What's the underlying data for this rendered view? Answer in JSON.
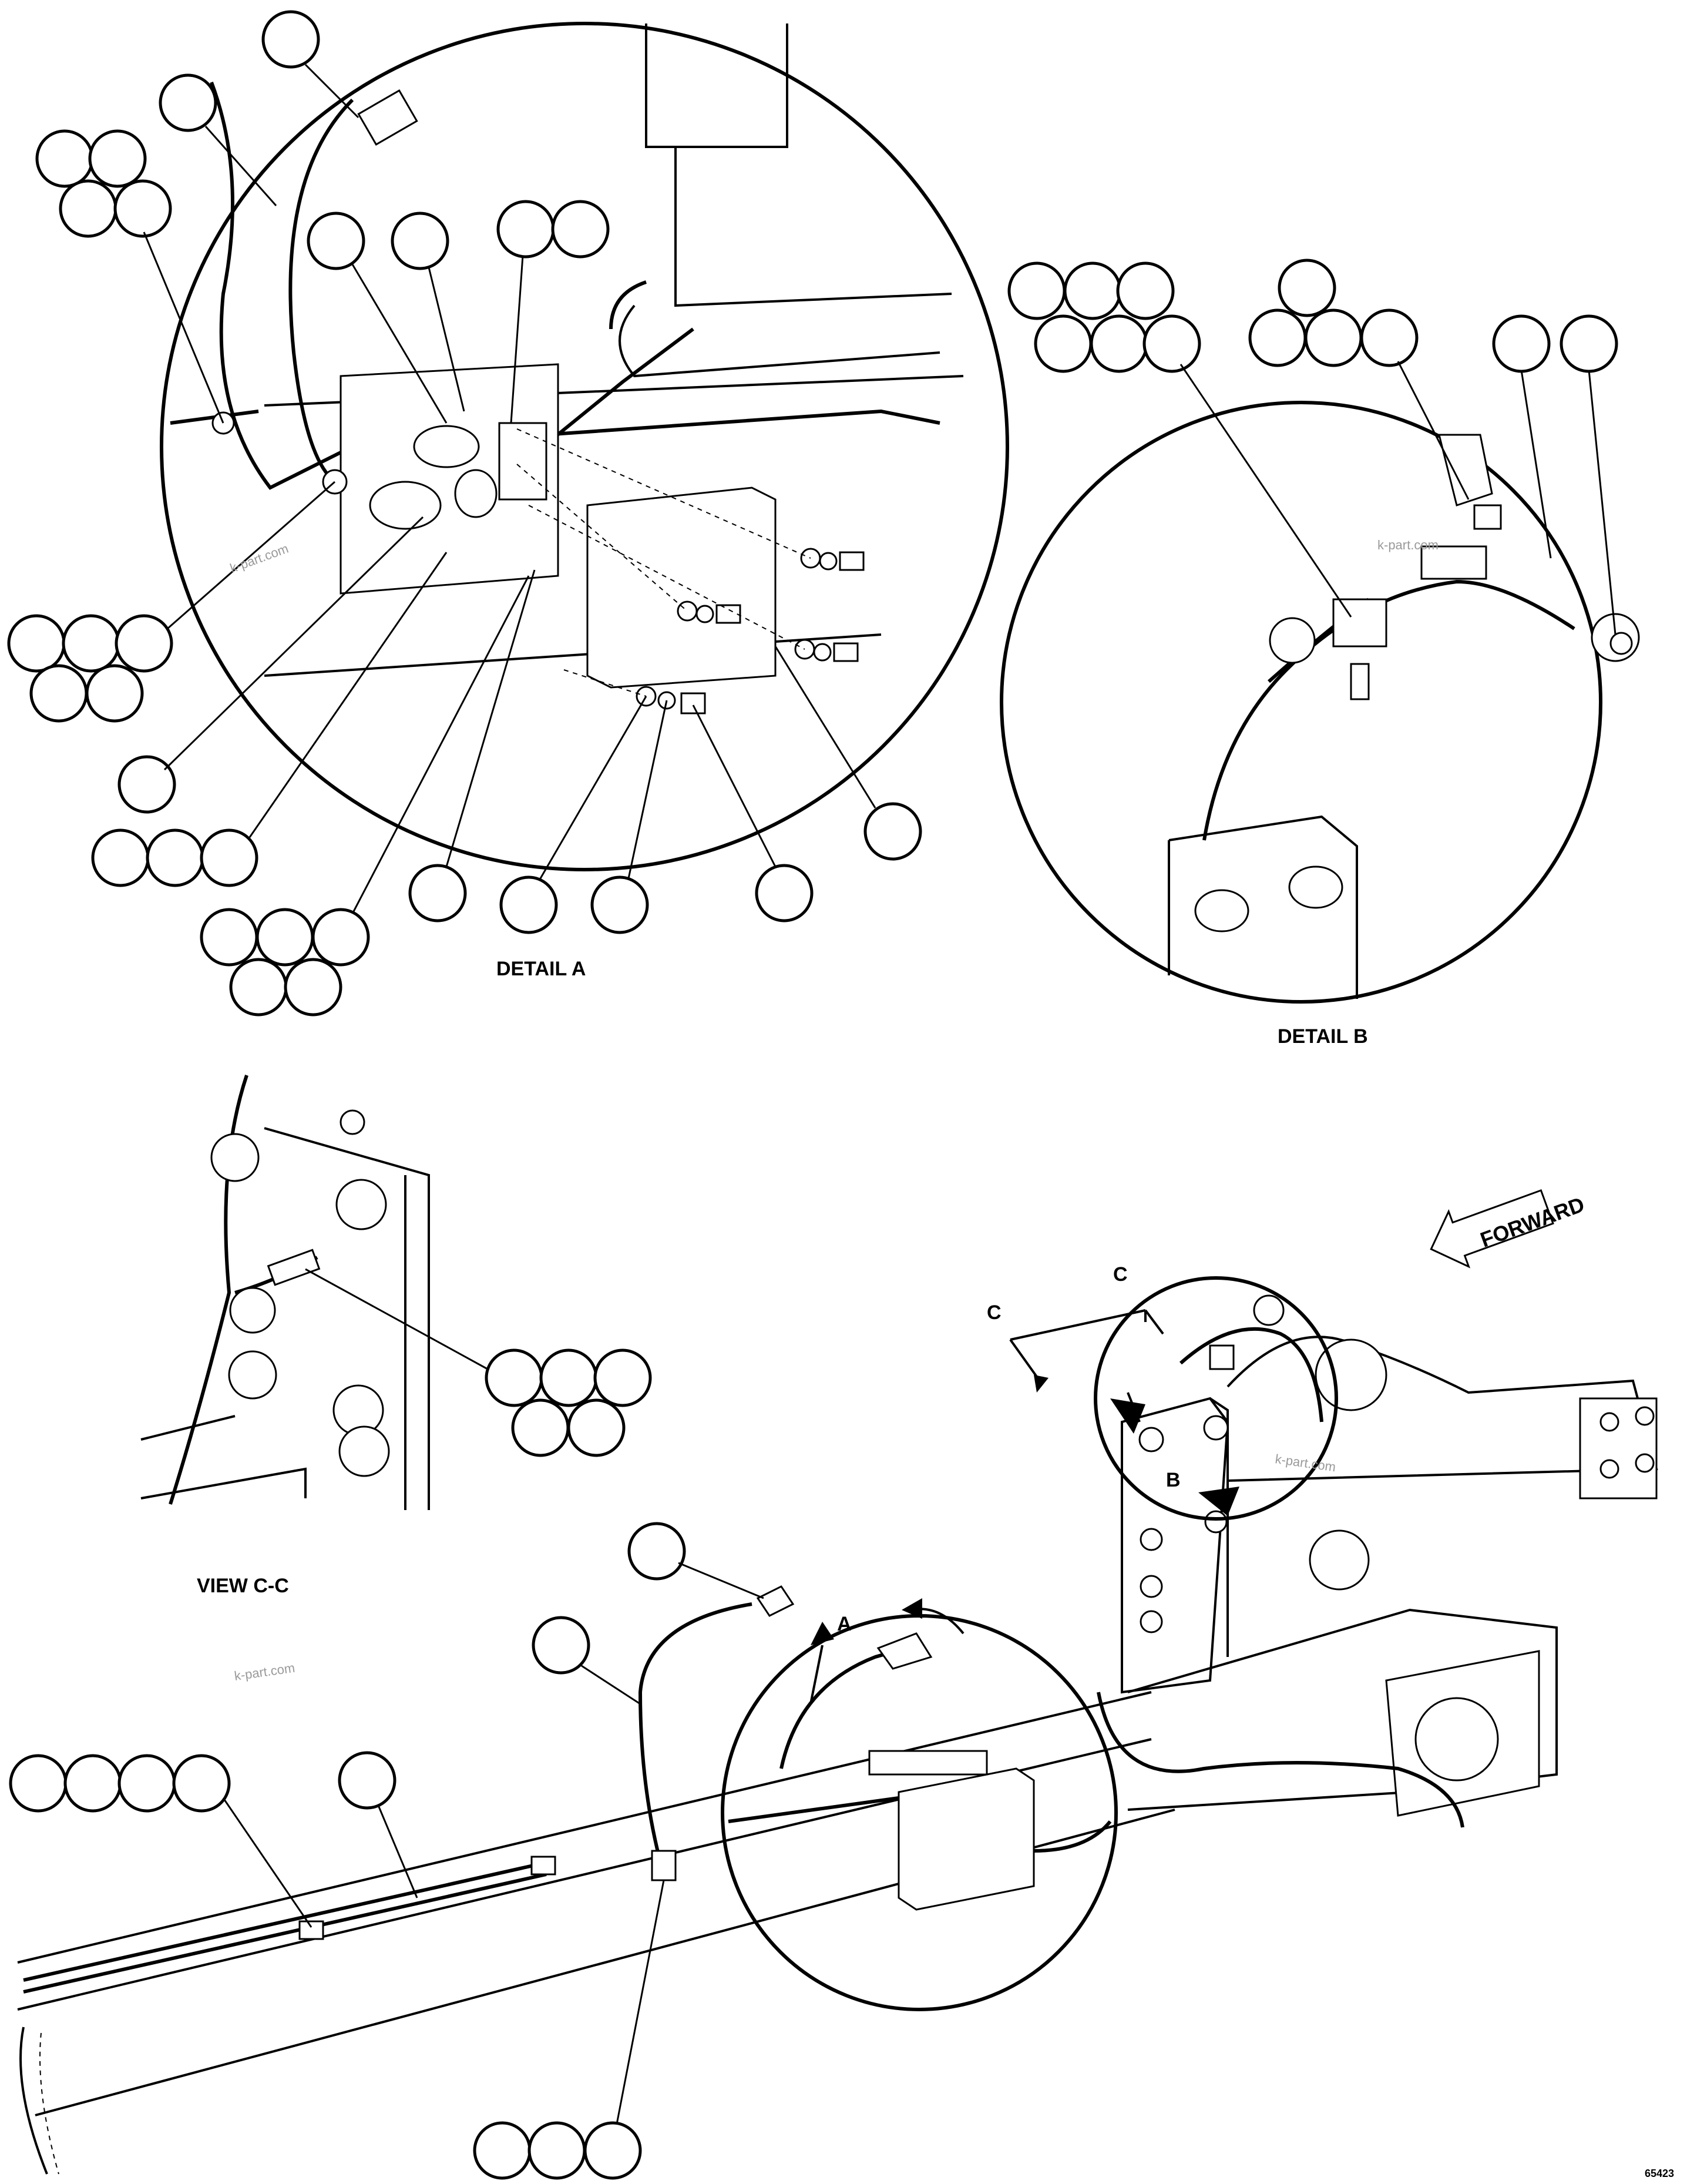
{
  "labels": {
    "detail_a": "DETAIL A",
    "detail_b": "DETAIL B",
    "view_cc": "VIEW C-C",
    "forward": "FORWARD",
    "marker_a": "A",
    "marker_b": "B",
    "marker_c_left": "C",
    "marker_c_top": "C",
    "figure_id": "65423"
  },
  "watermarks": [
    "k-part.com",
    "k-part.com",
    "k-part.com",
    "k-part.com"
  ]
}
